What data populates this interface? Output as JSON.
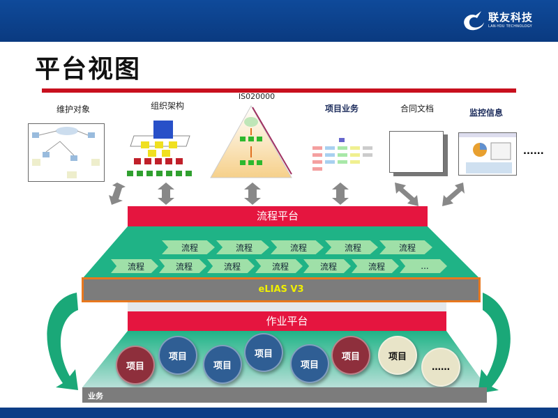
{
  "header": {
    "company": "联友科技",
    "company_en": "LAN-YOU TECHNOLOGY"
  },
  "title": "平台视图",
  "top_items": [
    {
      "label": "维护对象"
    },
    {
      "label": "组织架构"
    },
    {
      "label": "IS020000"
    },
    {
      "label": "项目业务"
    },
    {
      "label": "合同文档"
    },
    {
      "label": "监控信息"
    }
  ],
  "more": "......",
  "process_platform": "流程平台",
  "process_row1": [
    "流程",
    "流程",
    "流程",
    "流程",
    "流程"
  ],
  "process_row2": [
    "流程",
    "流程",
    "流程",
    "流程",
    "流程",
    "流程",
    "..."
  ],
  "core": "eLIAS V3",
  "work_platform": "作业平台",
  "projects": [
    "项目",
    "项目",
    "项目",
    "项目",
    "项目",
    "项目",
    "项目",
    "……"
  ],
  "business": "业务",
  "colors": {
    "header": "#0f4a9a",
    "red": "#e5153f",
    "green": "#1fb386",
    "orange": "#e8781e"
  }
}
